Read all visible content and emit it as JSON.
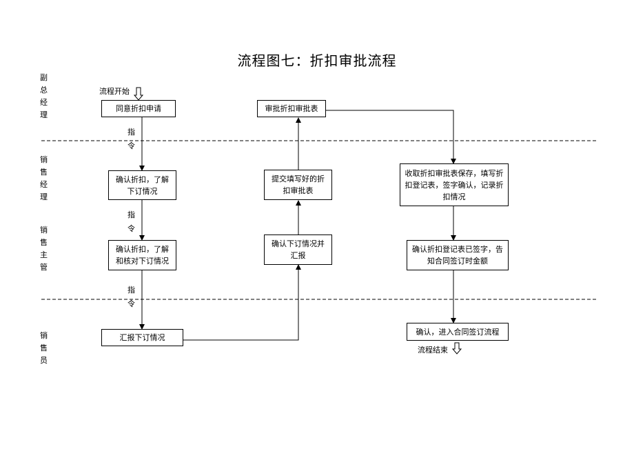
{
  "title": "流程图七：折扣审批流程",
  "lanes": {
    "vp": "副总经理",
    "manager": "销售经理",
    "supervisor": "销售主管",
    "staff": "销售员"
  },
  "start_label": "流程开始",
  "end_label": "流程结束",
  "instruction_label": "指令",
  "boxes": {
    "agree": "同意折扣申请",
    "confirm_manager": "确认折扣，了解下订情况",
    "confirm_supervisor": "确认折扣，了解和核对下订情况",
    "report": "汇报下订情况",
    "confirm_report": "确认下订情况并汇报",
    "submit_form": "提交填写好的折扣审批表",
    "approve_form": "审批折扣审批表",
    "receive_form": "收取折扣审批表保存，填写折扣登记表，签字确认，记录折扣情况",
    "confirm_signed": "确认折扣登记表已签字，告知合同签订时金额",
    "confirm_contract": "确认，进入合同签订流程"
  }
}
